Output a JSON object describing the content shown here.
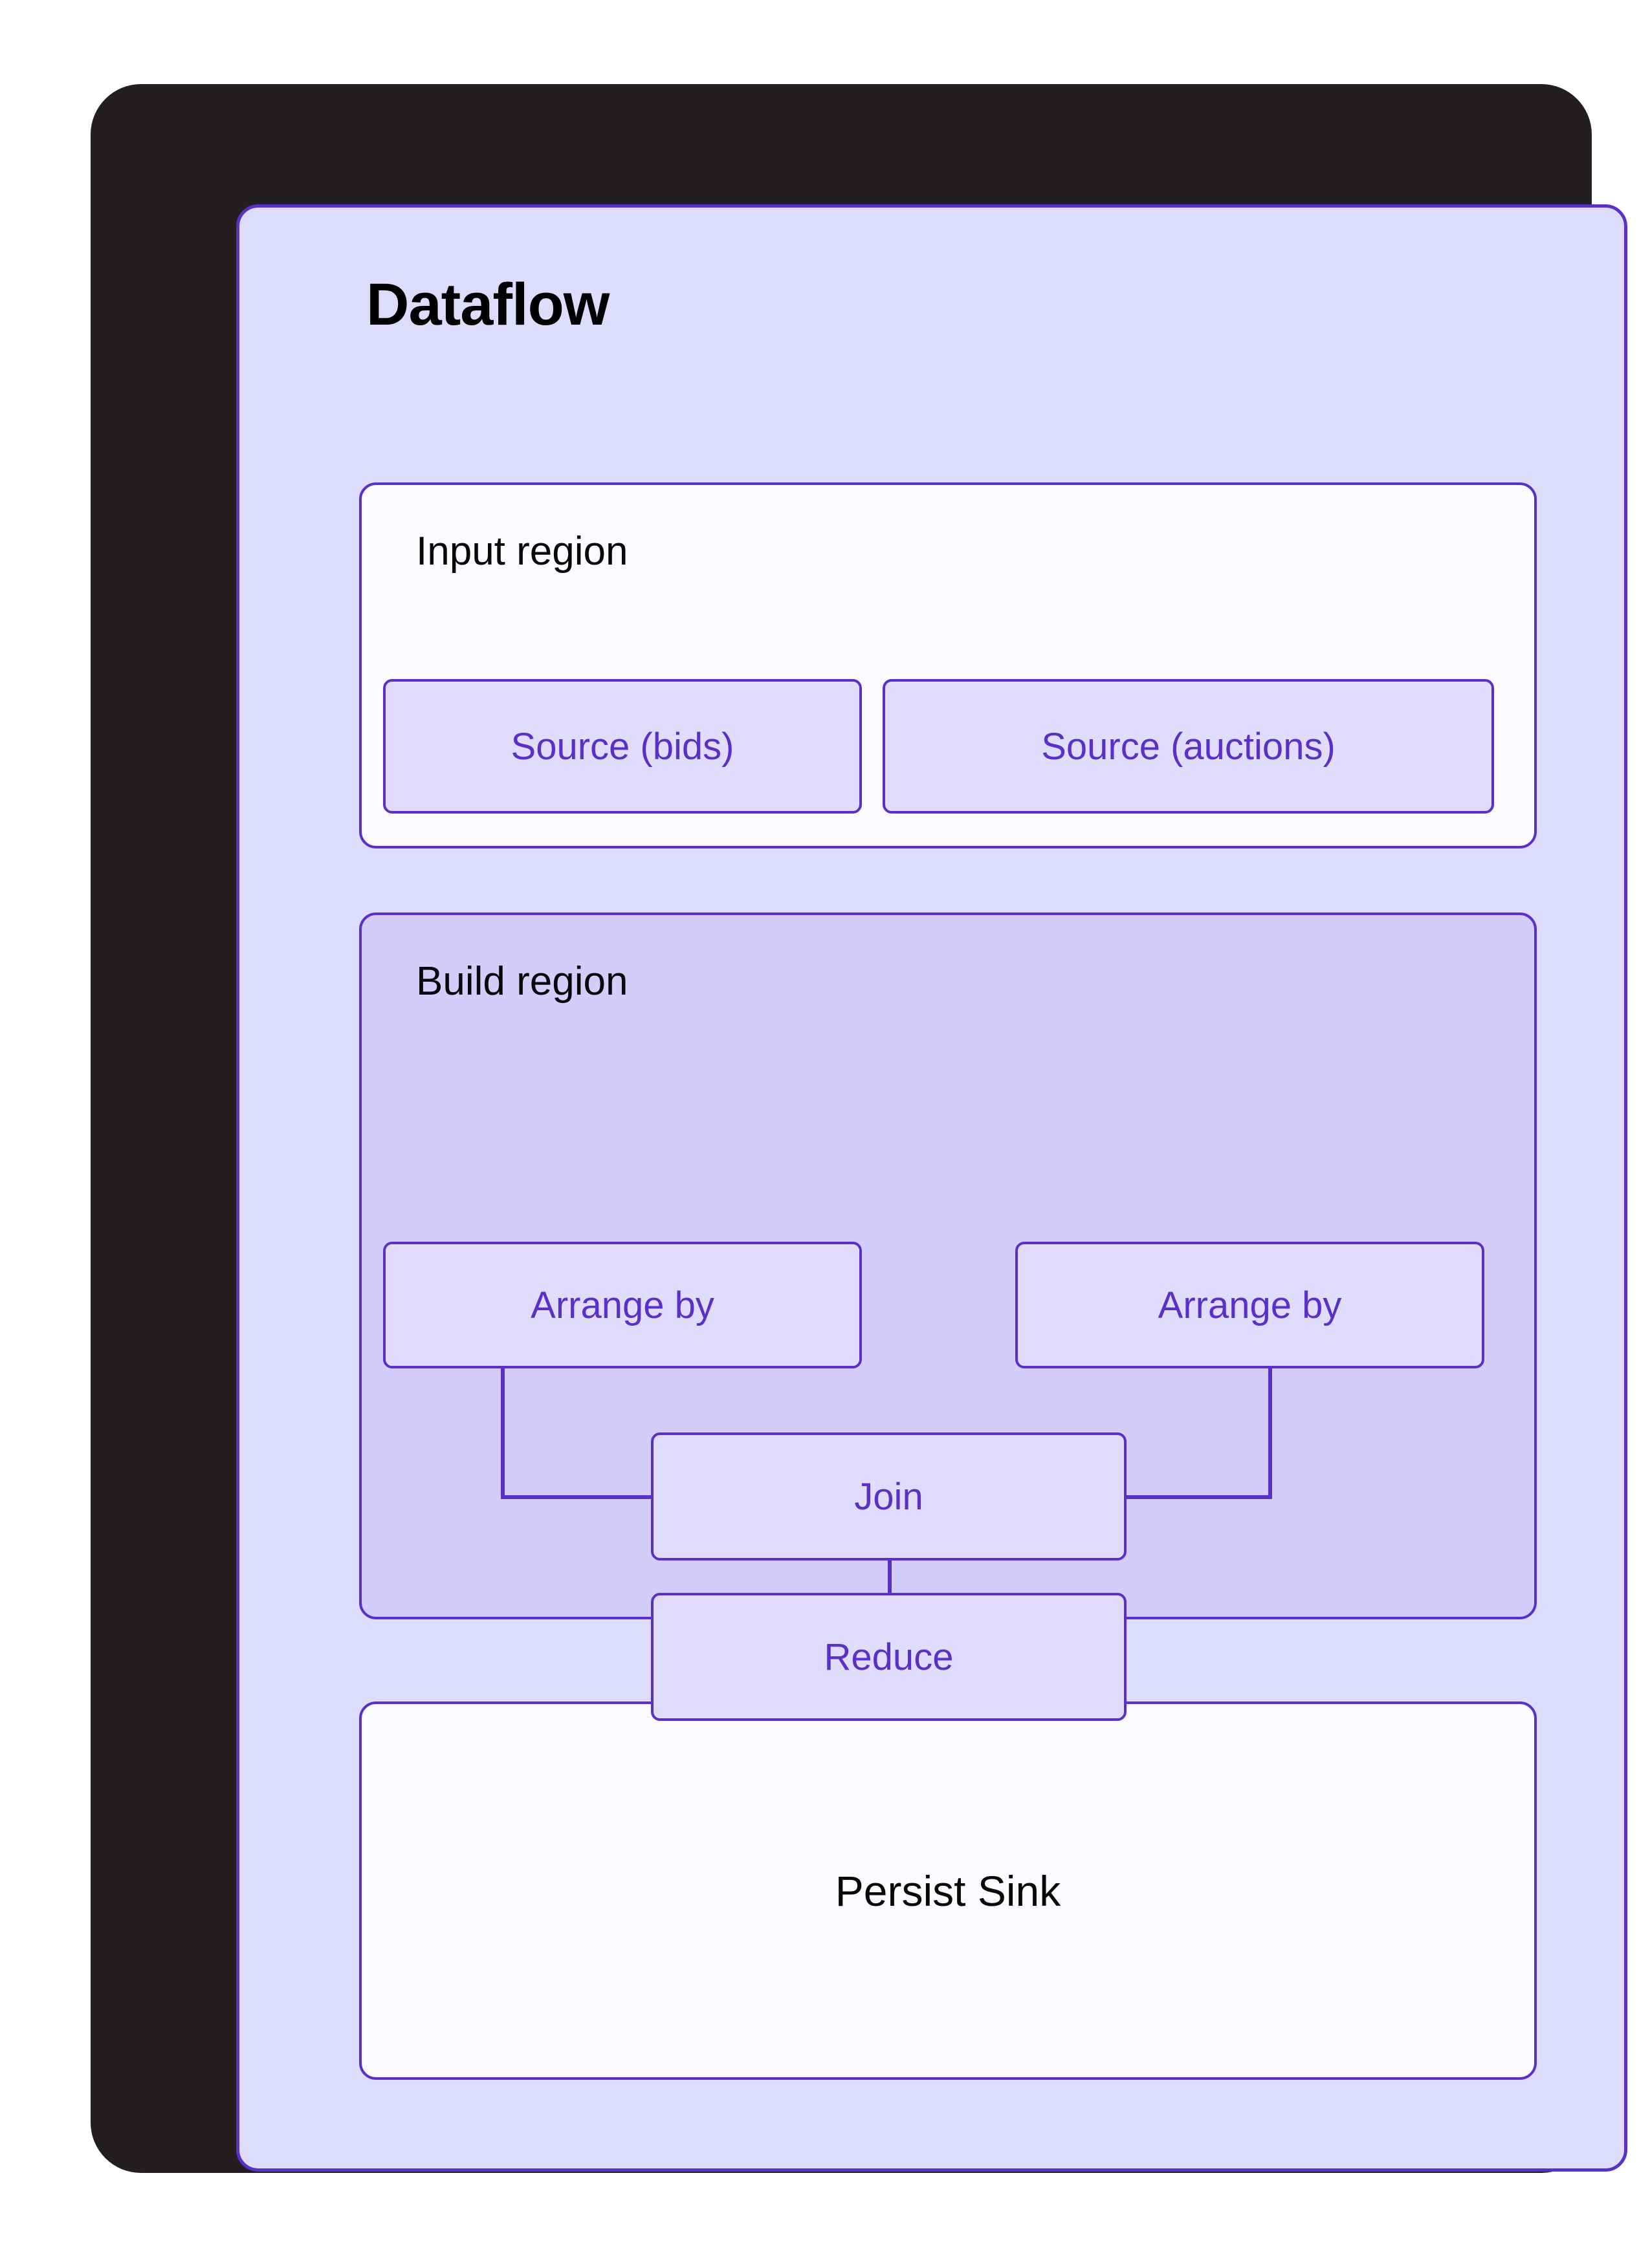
{
  "diagram": {
    "title": "Dataflow",
    "accent_color": "#5B2FC9",
    "panel_color": "#DEDCFB",
    "frame_color": "#231F20",
    "build_region_color": "#D4CDFA",
    "region_light_color": "#FBFAFE",
    "regions": [
      {
        "id": "input-region",
        "title": "Input region",
        "nodes": [
          {
            "id": "source-bids",
            "label": "Source (bids)"
          },
          {
            "id": "source-auctions",
            "label": "Source (auctions)"
          }
        ]
      },
      {
        "id": "build-region",
        "title": "Build region",
        "nodes": [
          {
            "id": "arrange-by-left",
            "label": "Arrange by"
          },
          {
            "id": "arrange-by-right",
            "label": "Arrange by"
          },
          {
            "id": "join",
            "label": "Join"
          },
          {
            "id": "reduce",
            "label": "Reduce"
          }
        ],
        "edges": [
          {
            "from": "arrange-by-left",
            "to": "join"
          },
          {
            "from": "arrange-by-right",
            "to": "join"
          },
          {
            "from": "join",
            "to": "reduce"
          }
        ]
      },
      {
        "id": "sink-region",
        "title": "",
        "label": "Persist Sink",
        "nodes": []
      }
    ]
  }
}
